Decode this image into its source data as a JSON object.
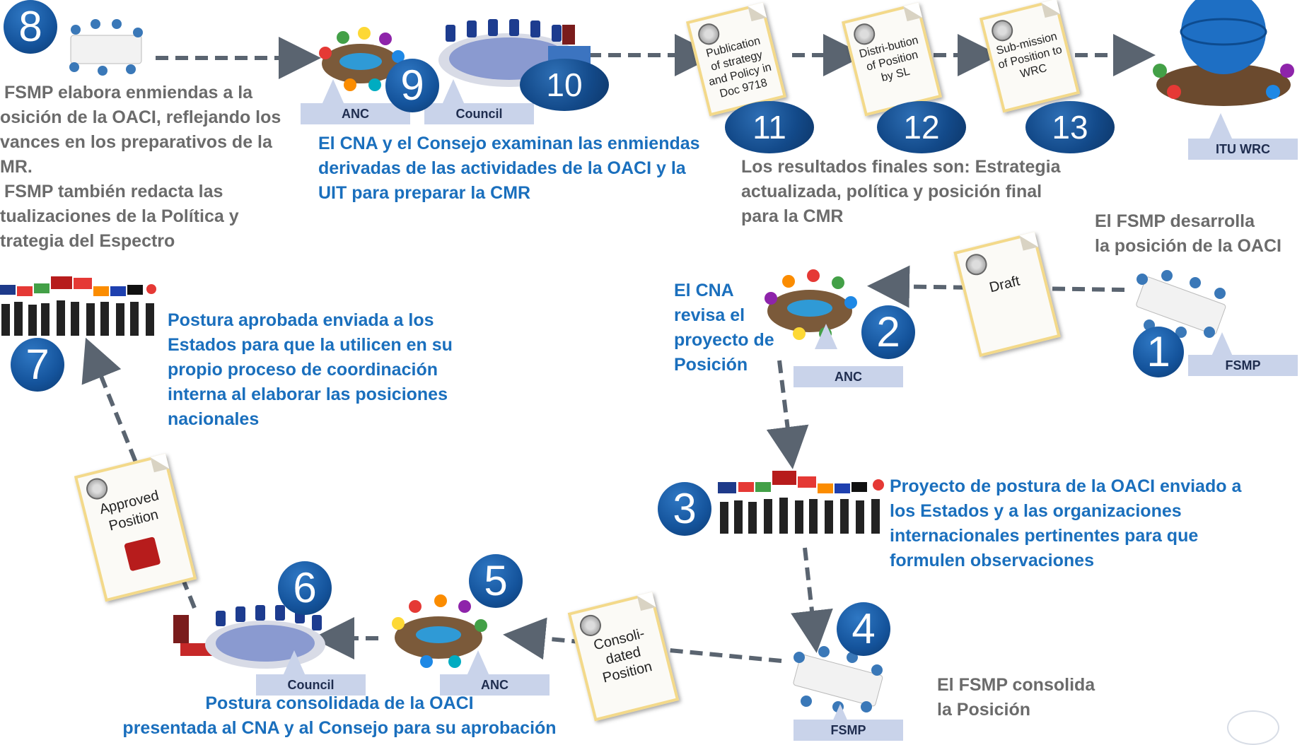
{
  "steps": {
    "s1": "1",
    "s2": "2",
    "s3": "3",
    "s4": "4",
    "s5": "5",
    "s6": "6",
    "s7": "7",
    "s8": "8",
    "s9": "9",
    "s10": "10",
    "s11": "11",
    "s12": "12",
    "s13": "13"
  },
  "tags": {
    "anc_top": "ANC",
    "council_top": "Council",
    "itu_wrc": "ITU WRC",
    "anc_mid": "ANC",
    "fsmp_right": "FSMP",
    "fsmp_bottom": "FSMP",
    "anc_bottom": "ANC",
    "council_bottom": "Council"
  },
  "docs": {
    "publication": "Publication of strategy and Policy in Doc 9718",
    "distribution": "Distri-bution of Position by SL",
    "submission": "Sub-mission of Position to WRC",
    "draft": "Draft",
    "consolidated": "Consoli-dated Position",
    "approved": "Approved Position"
  },
  "texts": {
    "step8": [
      "FSMP elabora enmiendas a la",
      "osición de la OACI, reflejando los",
      "vances en los preparativos de la",
      "MR.",
      "FSMP también redacta las",
      "tualizaciones de la Política y",
      "trategia del Espectro"
    ],
    "step9_10": [
      "El CNA y el Consejo examinan las enmiendas",
      "derivadas de las actividades de la OACI y la",
      "UIT para preparar la CMR"
    ],
    "final": [
      "Los resultados finales son: Estrategia",
      "actualizada, política y posición final",
      "para la CMR"
    ],
    "step1": [
      "El FSMP desarrolla",
      "la posición de la OACI"
    ],
    "step2": [
      "El CNA",
      "revisa el",
      "proyecto de",
      "Posición"
    ],
    "step7": [
      "Postura aprobada enviada a los",
      "Estados para que la utilicen en su",
      "propio proceso de coordinación",
      "interna al elaborar las posiciones",
      "nacionales"
    ],
    "step3": [
      "Proyecto de postura de la OACI enviado a",
      "los Estados y a las organizaciones",
      "internacionales pertinentes para que",
      "formulen observaciones"
    ],
    "step4": [
      "El FSMP consolida",
      "la Posición"
    ],
    "step5_6": [
      "Postura consolidada de la OACI",
      "presentada al CNA y al Consejo para su aprobación"
    ]
  },
  "colors": {
    "blue_text": "#1a6fbd",
    "gray_text": "#6b6b6b",
    "number_badge": "#134a8a",
    "tag_bg": "#c9d3ea",
    "arrow": "#5a6470"
  }
}
